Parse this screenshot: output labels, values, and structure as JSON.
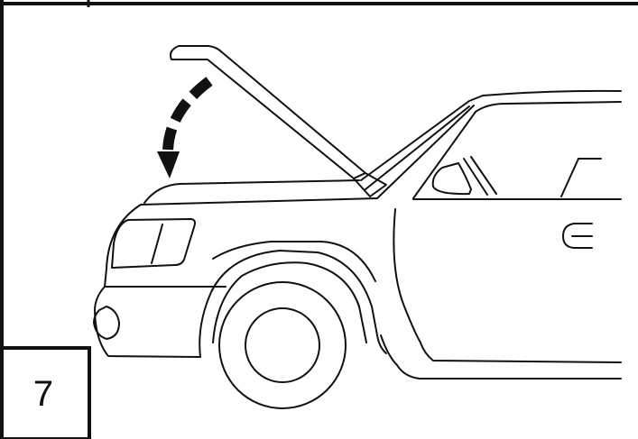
{
  "step": {
    "number": "7"
  },
  "illustration": {
    "subject": "car-hood-closing",
    "stroke_color": "#111111",
    "background_color": "#ffffff",
    "motion_arrow": "dashed-curved-arrow-down"
  }
}
